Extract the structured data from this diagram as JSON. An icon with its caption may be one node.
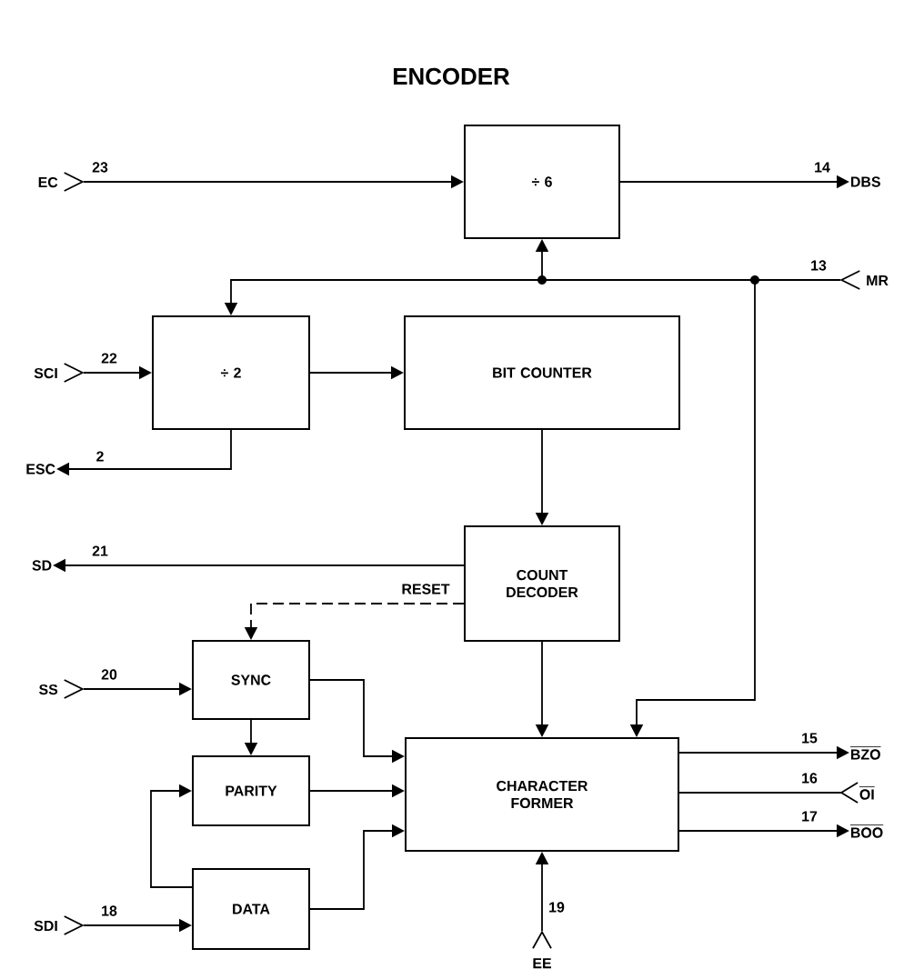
{
  "diagram": {
    "title": "ENCODER",
    "nodes": [
      {
        "text": [
          "÷ 6"
        ]
      },
      {
        "text": [
          "÷ 2"
        ]
      },
      {
        "text": [
          "BIT COUNTER"
        ]
      },
      {
        "text": [
          "COUNT DECODER"
        ]
      },
      {
        "text": [
          "SYNC"
        ]
      },
      {
        "text": [
          "PARITY"
        ]
      },
      {
        "text": [
          "CHARACTER FORMER"
        ]
      },
      {
        "text": [
          "DATA"
        ]
      },
      {
        "text": [
          "EC"
        ]
      },
      {
        "text": [
          "DBS"
        ]
      },
      {
        "text": [
          "MR"
        ]
      },
      {
        "text": [
          "SCI"
        ]
      },
      {
        "text": [
          "ESC"
        ]
      },
      {
        "text": [
          "SD"
        ]
      },
      {
        "text": [
          "SS"
        ]
      },
      {
        "text": [
          "SDI"
        ]
      },
      {
        "text": [
          "EE"
        ]
      },
      {
        "text": [
          "BZO"
        ]
      },
      {
        "text": [
          "OI"
        ]
      },
      {
        "text": [
          "BOO"
        ]
      }
    ],
    "edges": [
      {
        "from": 8,
        "to": 0,
        "arrow": "to",
        "label": "23"
      },
      {
        "from": 0,
        "to": 9,
        "arrow": "to",
        "label": "14"
      },
      {
        "from": 10,
        "to": 0,
        "arrow": "to",
        "label": "13"
      },
      {
        "from": 10,
        "to": 1,
        "arrow": "to"
      },
      {
        "from": 10,
        "to": 6,
        "arrow": "to"
      },
      {
        "from": 11,
        "to": 1,
        "arrow": "to",
        "label": "22"
      },
      {
        "from": 1,
        "to": 2,
        "arrow": "to"
      },
      {
        "from": 1,
        "to": 12,
        "arrow": "to",
        "label": "2"
      },
      {
        "from": 2,
        "to": 3,
        "arrow": "to"
      },
      {
        "from": 3,
        "to": 13,
        "arrow": "to",
        "label": "21"
      },
      {
        "from": 3,
        "to": 4,
        "arrow": "to",
        "label": "RESET",
        "style": "dashed"
      },
      {
        "from": 3,
        "to": 6,
        "arrow": "to"
      },
      {
        "from": 14,
        "to": 4,
        "arrow": "to",
        "label": "20"
      },
      {
        "from": 4,
        "to": 5,
        "arrow": "to"
      },
      {
        "from": 4,
        "to": 6,
        "arrow": "to"
      },
      {
        "from": 5,
        "to": 6,
        "arrow": "to"
      },
      {
        "from": 7,
        "to": 6,
        "arrow": "to"
      },
      {
        "from": 7,
        "to": 5,
        "arrow": "to"
      },
      {
        "from": 15,
        "to": 7,
        "arrow": "to",
        "label": "18"
      },
      {
        "from": 16,
        "to": 6,
        "arrow": "to",
        "label": "19"
      },
      {
        "from": 6,
        "to": 17,
        "arrow": "to",
        "label": "15"
      },
      {
        "from": 18,
        "to": 6,
        "arrow": "other",
        "label": "16"
      },
      {
        "from": 6,
        "to": 19,
        "arrow": "to",
        "label": "17"
      }
    ]
  }
}
